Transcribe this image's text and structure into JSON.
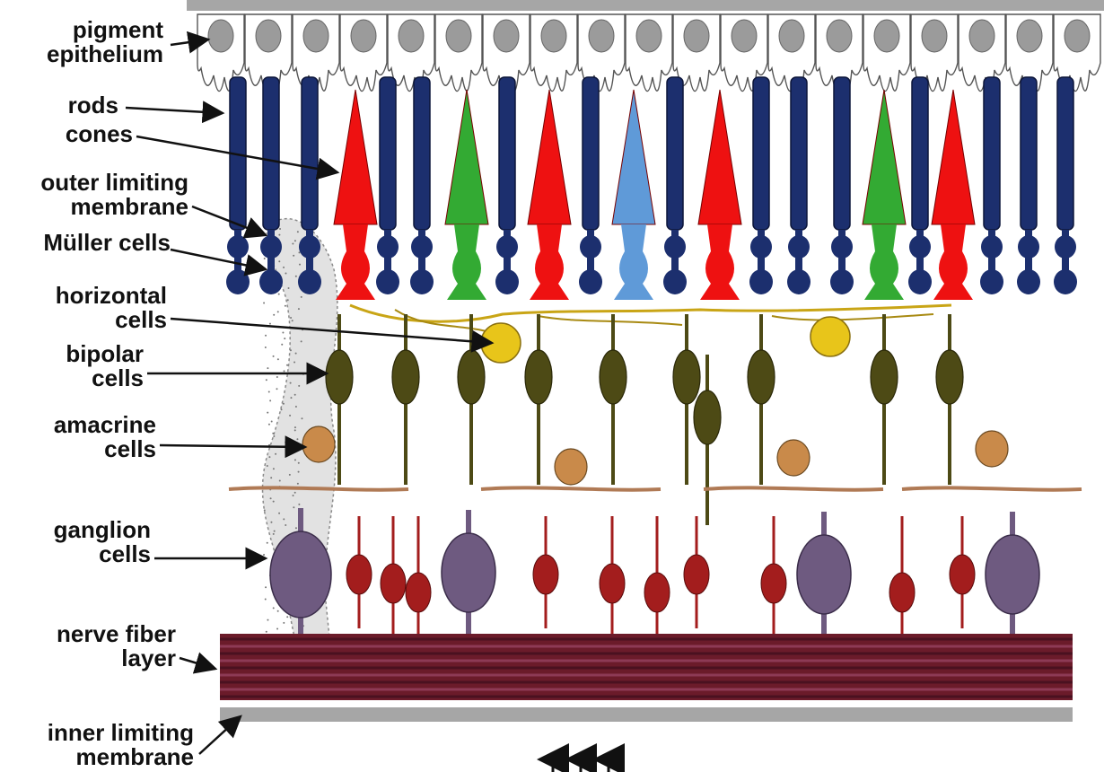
{
  "diagram": {
    "labels": {
      "pigment_epithelium": [
        "pigment",
        "epithelium"
      ],
      "rods": "rods",
      "cones": "cones",
      "outer_limiting_membrane": [
        "outer limiting",
        "membrane"
      ],
      "muller_cells": "Müller cells",
      "horizontal_cells": [
        "horizontal",
        "cells"
      ],
      "bipolar_cells": [
        "bipolar",
        "cells"
      ],
      "amacrine_cells": [
        "amacrine",
        "cells"
      ],
      "ganglion_cells": [
        "ganglion",
        "cells"
      ],
      "nerve_fiber_layer": [
        "nerve fiber",
        "layer"
      ],
      "inner_limiting_membrane": [
        "inner limiting",
        "membrane"
      ]
    },
    "photoreceptors": [
      "rod",
      "rod",
      "rod",
      "cone-red",
      "rod",
      "rod",
      "cone-green",
      "rod",
      "cone-red",
      "rod",
      "cone-blue",
      "rod",
      "cone-red",
      "rod",
      "rod",
      "rod",
      "cone-green",
      "rod",
      "cone-red",
      "rod",
      "rod",
      "rod"
    ],
    "colors": {
      "rod": "#1c2f6e",
      "cone_red": "#ee1111",
      "cone_green": "#33aa33",
      "cone_blue": "#5f9ad8",
      "horizontal": "#e8c51a",
      "bipolar": "#4d4a15",
      "amacrine": "#c98a4a",
      "ganglion": "#6e5a80",
      "ganglion_red": "#a31d1d",
      "nerve_fiber": "#6b1b2a",
      "membrane_gray": "#a6a6a6",
      "muller": "#e2e2e2"
    },
    "light_arrows": 3
  }
}
